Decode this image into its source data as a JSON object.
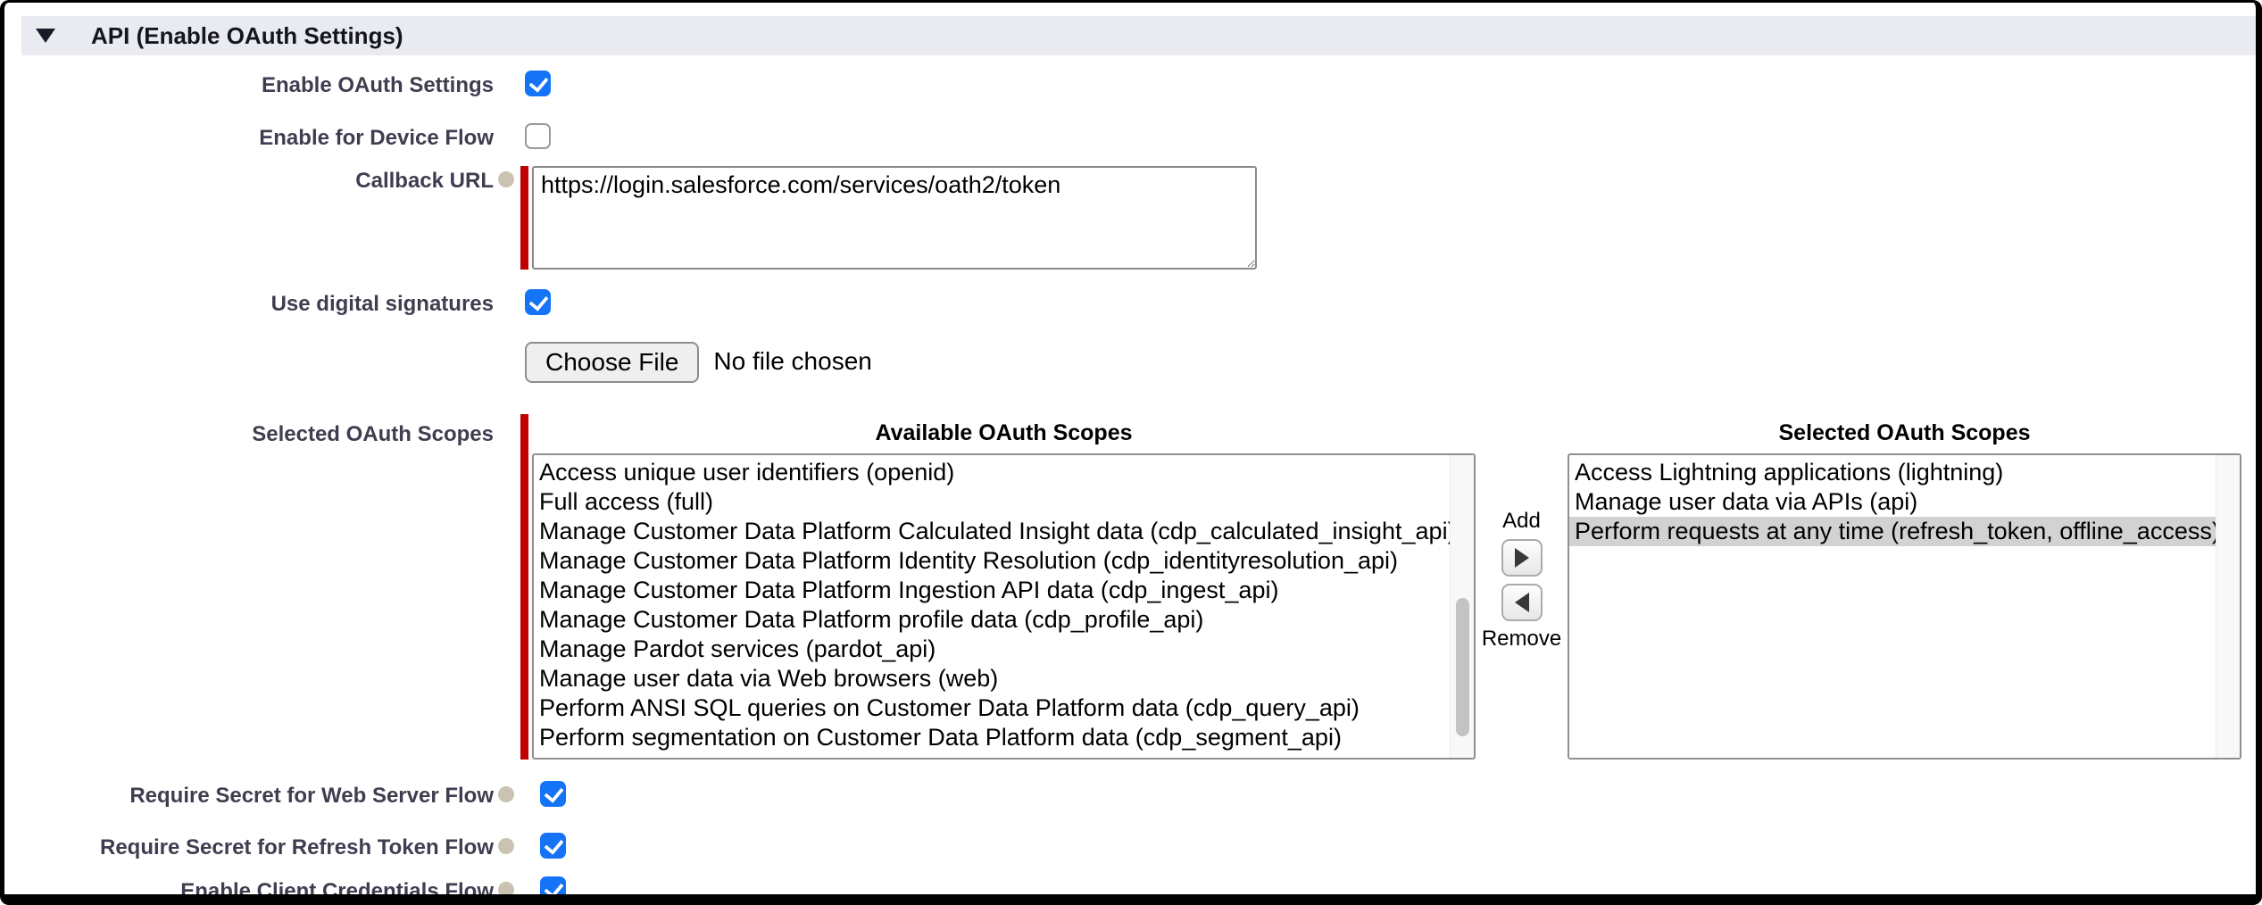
{
  "section": {
    "title": "API (Enable OAuth Settings)"
  },
  "fields": {
    "enable_oauth": {
      "label": "Enable OAuth Settings",
      "checked": true
    },
    "device_flow": {
      "label": "Enable for Device Flow",
      "checked": false
    },
    "callback_url": {
      "label": "Callback URL",
      "value": "https://login.salesforce.com/services/oath2/token",
      "required": true
    },
    "digital_signatures": {
      "label": "Use digital signatures",
      "checked": true
    },
    "certificate_upload": {
      "button_label": "Choose File",
      "status": "No file chosen"
    },
    "scopes": {
      "label": "Selected OAuth Scopes",
      "required": true,
      "available_header": "Available OAuth Scopes",
      "selected_header": "Selected OAuth Scopes",
      "add_label": "Add",
      "remove_label": "Remove",
      "available": [
        "Access unique user identifiers (openid)",
        "Full access (full)",
        "Manage Customer Data Platform Calculated Insight data (cdp_calculated_insight_api)",
        "Manage Customer Data Platform Identity Resolution (cdp_identityresolution_api)",
        "Manage Customer Data Platform Ingestion API data (cdp_ingest_api)",
        "Manage Customer Data Platform profile data (cdp_profile_api)",
        "Manage Pardot services (pardot_api)",
        "Manage user data via Web browsers (web)",
        "Perform ANSI SQL queries on Customer Data Platform data (cdp_query_api)",
        "Perform segmentation on Customer Data Platform data (cdp_segment_api)"
      ],
      "selected": [
        "Access Lightning applications (lightning)",
        "Manage user data via APIs (api)",
        "Perform requests at any time (refresh_token, offline_access)"
      ],
      "selected_highlight_index": 2
    },
    "web_server_flow": {
      "label": "Require Secret for Web Server Flow",
      "checked": true
    },
    "refresh_token_flow": {
      "label": "Require Secret for Refresh Token Flow",
      "checked": true
    },
    "client_credentials_flow": {
      "label": "Enable Client Credentials Flow",
      "checked": true
    }
  },
  "colors": {
    "accent_blue": "#1574F6",
    "required_red": "#C00000",
    "header_bg": "#EAEAF1",
    "selected_row_bg": "#D2D2D2"
  }
}
